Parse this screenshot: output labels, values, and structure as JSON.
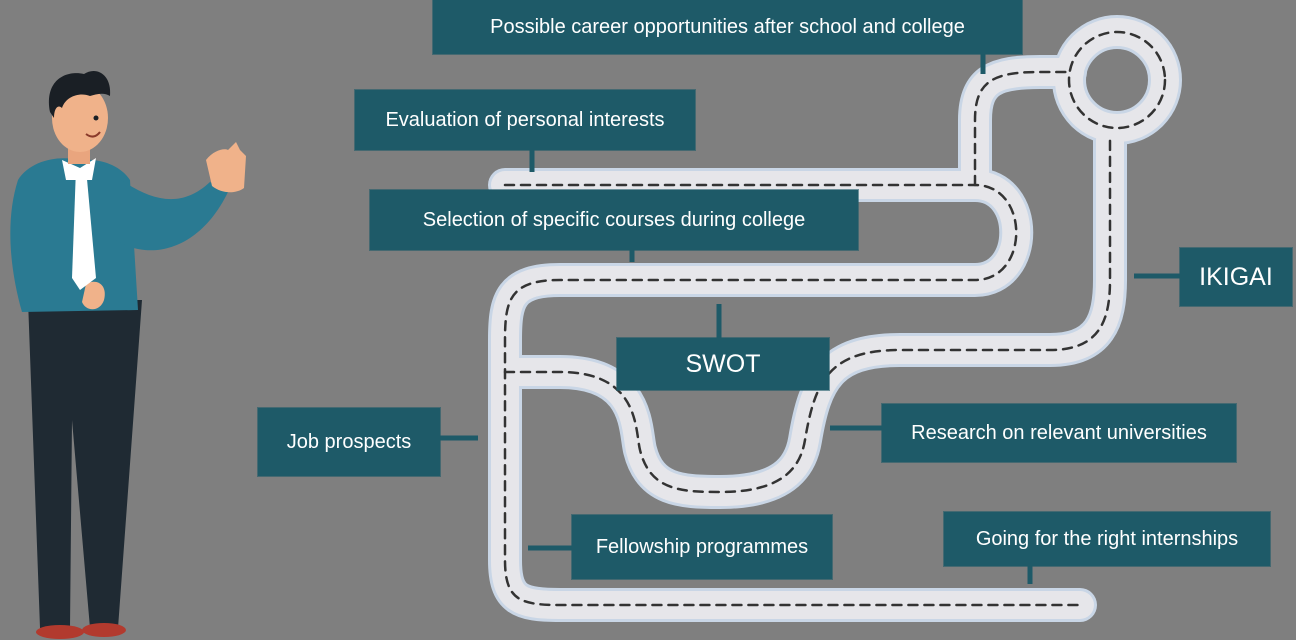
{
  "colors": {
    "background": "#7f7f7f",
    "label_box": "#1e5a68",
    "label_text": "#ffffff",
    "road": "#e6e6ea",
    "road_edge": "#c9d6e6",
    "road_dash": "#333333",
    "connector": "#1e5a68"
  },
  "figure": {
    "description_icon": "presenter-man-icon"
  },
  "labels": {
    "career_opportunities": "Possible career opportunities after school and college",
    "personal_interests": "Evaluation of personal interests",
    "specific_courses": "Selection of specific courses during college",
    "ikigai": "IKIGAI",
    "swot": "SWOT",
    "job_prospects": "Job prospects",
    "relevant_universities": "Research on relevant  universities",
    "fellowship": "Fellowship programmes",
    "internships": "Going for the right internships"
  }
}
